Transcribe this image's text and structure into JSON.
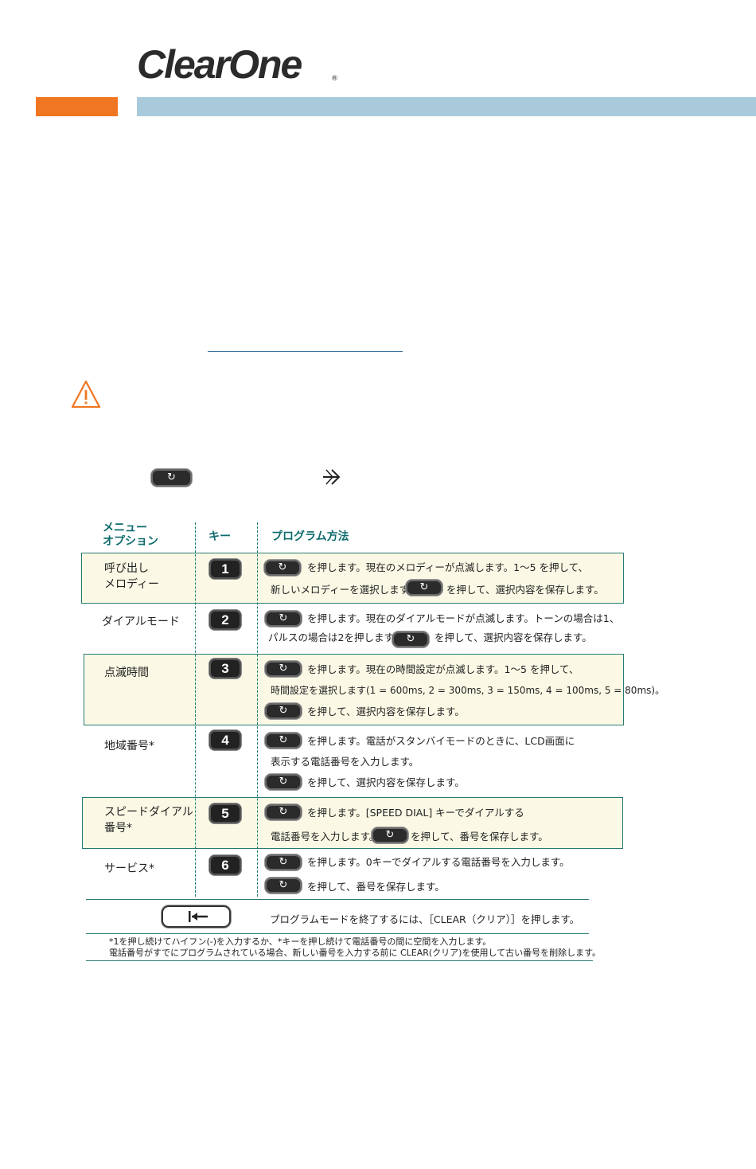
{
  "logo": {
    "text": "ClearOne",
    "reg": "®"
  },
  "colors": {
    "orange": "#f07621",
    "blue": "#a8cadb",
    "teal": "#0e6b6d",
    "row_highlight": "#fbf9e5"
  },
  "icons": {
    "program_button": "refresh-arrows-icon",
    "arrow": "enter-arrow-icon",
    "warning": "warning-triangle-icon",
    "clear": "back-to-line-icon"
  },
  "table": {
    "headers": {
      "option_line1": "メニュー",
      "option_line2": "オプション",
      "key": "キー",
      "method": "プログラム方法"
    },
    "rows": [
      {
        "option": "呼び出し\nメロディー",
        "key": "1",
        "l1": "を押します。現在のメロディーが点滅します。1〜5 を押して、",
        "l2a": "新しいメロディーを選択します。",
        "l2b": "を押して、選択内容を保存します。"
      },
      {
        "option": "ダイアルモード",
        "key": "2",
        "l1": "を押します。現在のダイアルモードが点滅します。トーンの場合は1、",
        "l2a": "パルスの場合は2を押します。",
        "l2b": "を押して、選択内容を保存します。"
      },
      {
        "option": "点滅時間",
        "key": "3",
        "l1": "を押します。現在の時間設定が点滅します。1〜5 を押して、",
        "l2": "時間設定を選択します(1 = 600ms, 2 = 300ms, 3 = 150ms, 4 = 100ms, 5 = 80ms)。",
        "l3": "を押して、選択内容を保存します。"
      },
      {
        "option": "地域番号*",
        "key": "4",
        "l1": "を押します。電話がスタンバイモードのときに、LCD画面に",
        "l2": "表示する電話番号を入力します。",
        "l3": "を押して、選択内容を保存します。"
      },
      {
        "option": "スピードダイアル\n番号*",
        "key": "5",
        "l1": "を押します。[SPEED DIAL] キーでダイアルする",
        "l2a": "電話番号を入力します。",
        "l2b": "を押して、番号を保存します。"
      },
      {
        "option": "サービス*",
        "key": "6",
        "l1": "を押します。0キーでダイアルする電話番号を入力します。",
        "l2": "を押して、番号を保存します。"
      }
    ],
    "exit_text": "プログラムモードを終了するには、［CLEAR（クリア）］を押します。",
    "footnote1": "*1を押し続けてハイフン(-)を入力するか、*キーを押し続けて電話番号の間に空間を入力します。",
    "footnote2": "電話番号がすでにプログラムされている場合、新しい番号を入力する前に CLEAR(クリア)を使用して古い番号を削除します。"
  }
}
